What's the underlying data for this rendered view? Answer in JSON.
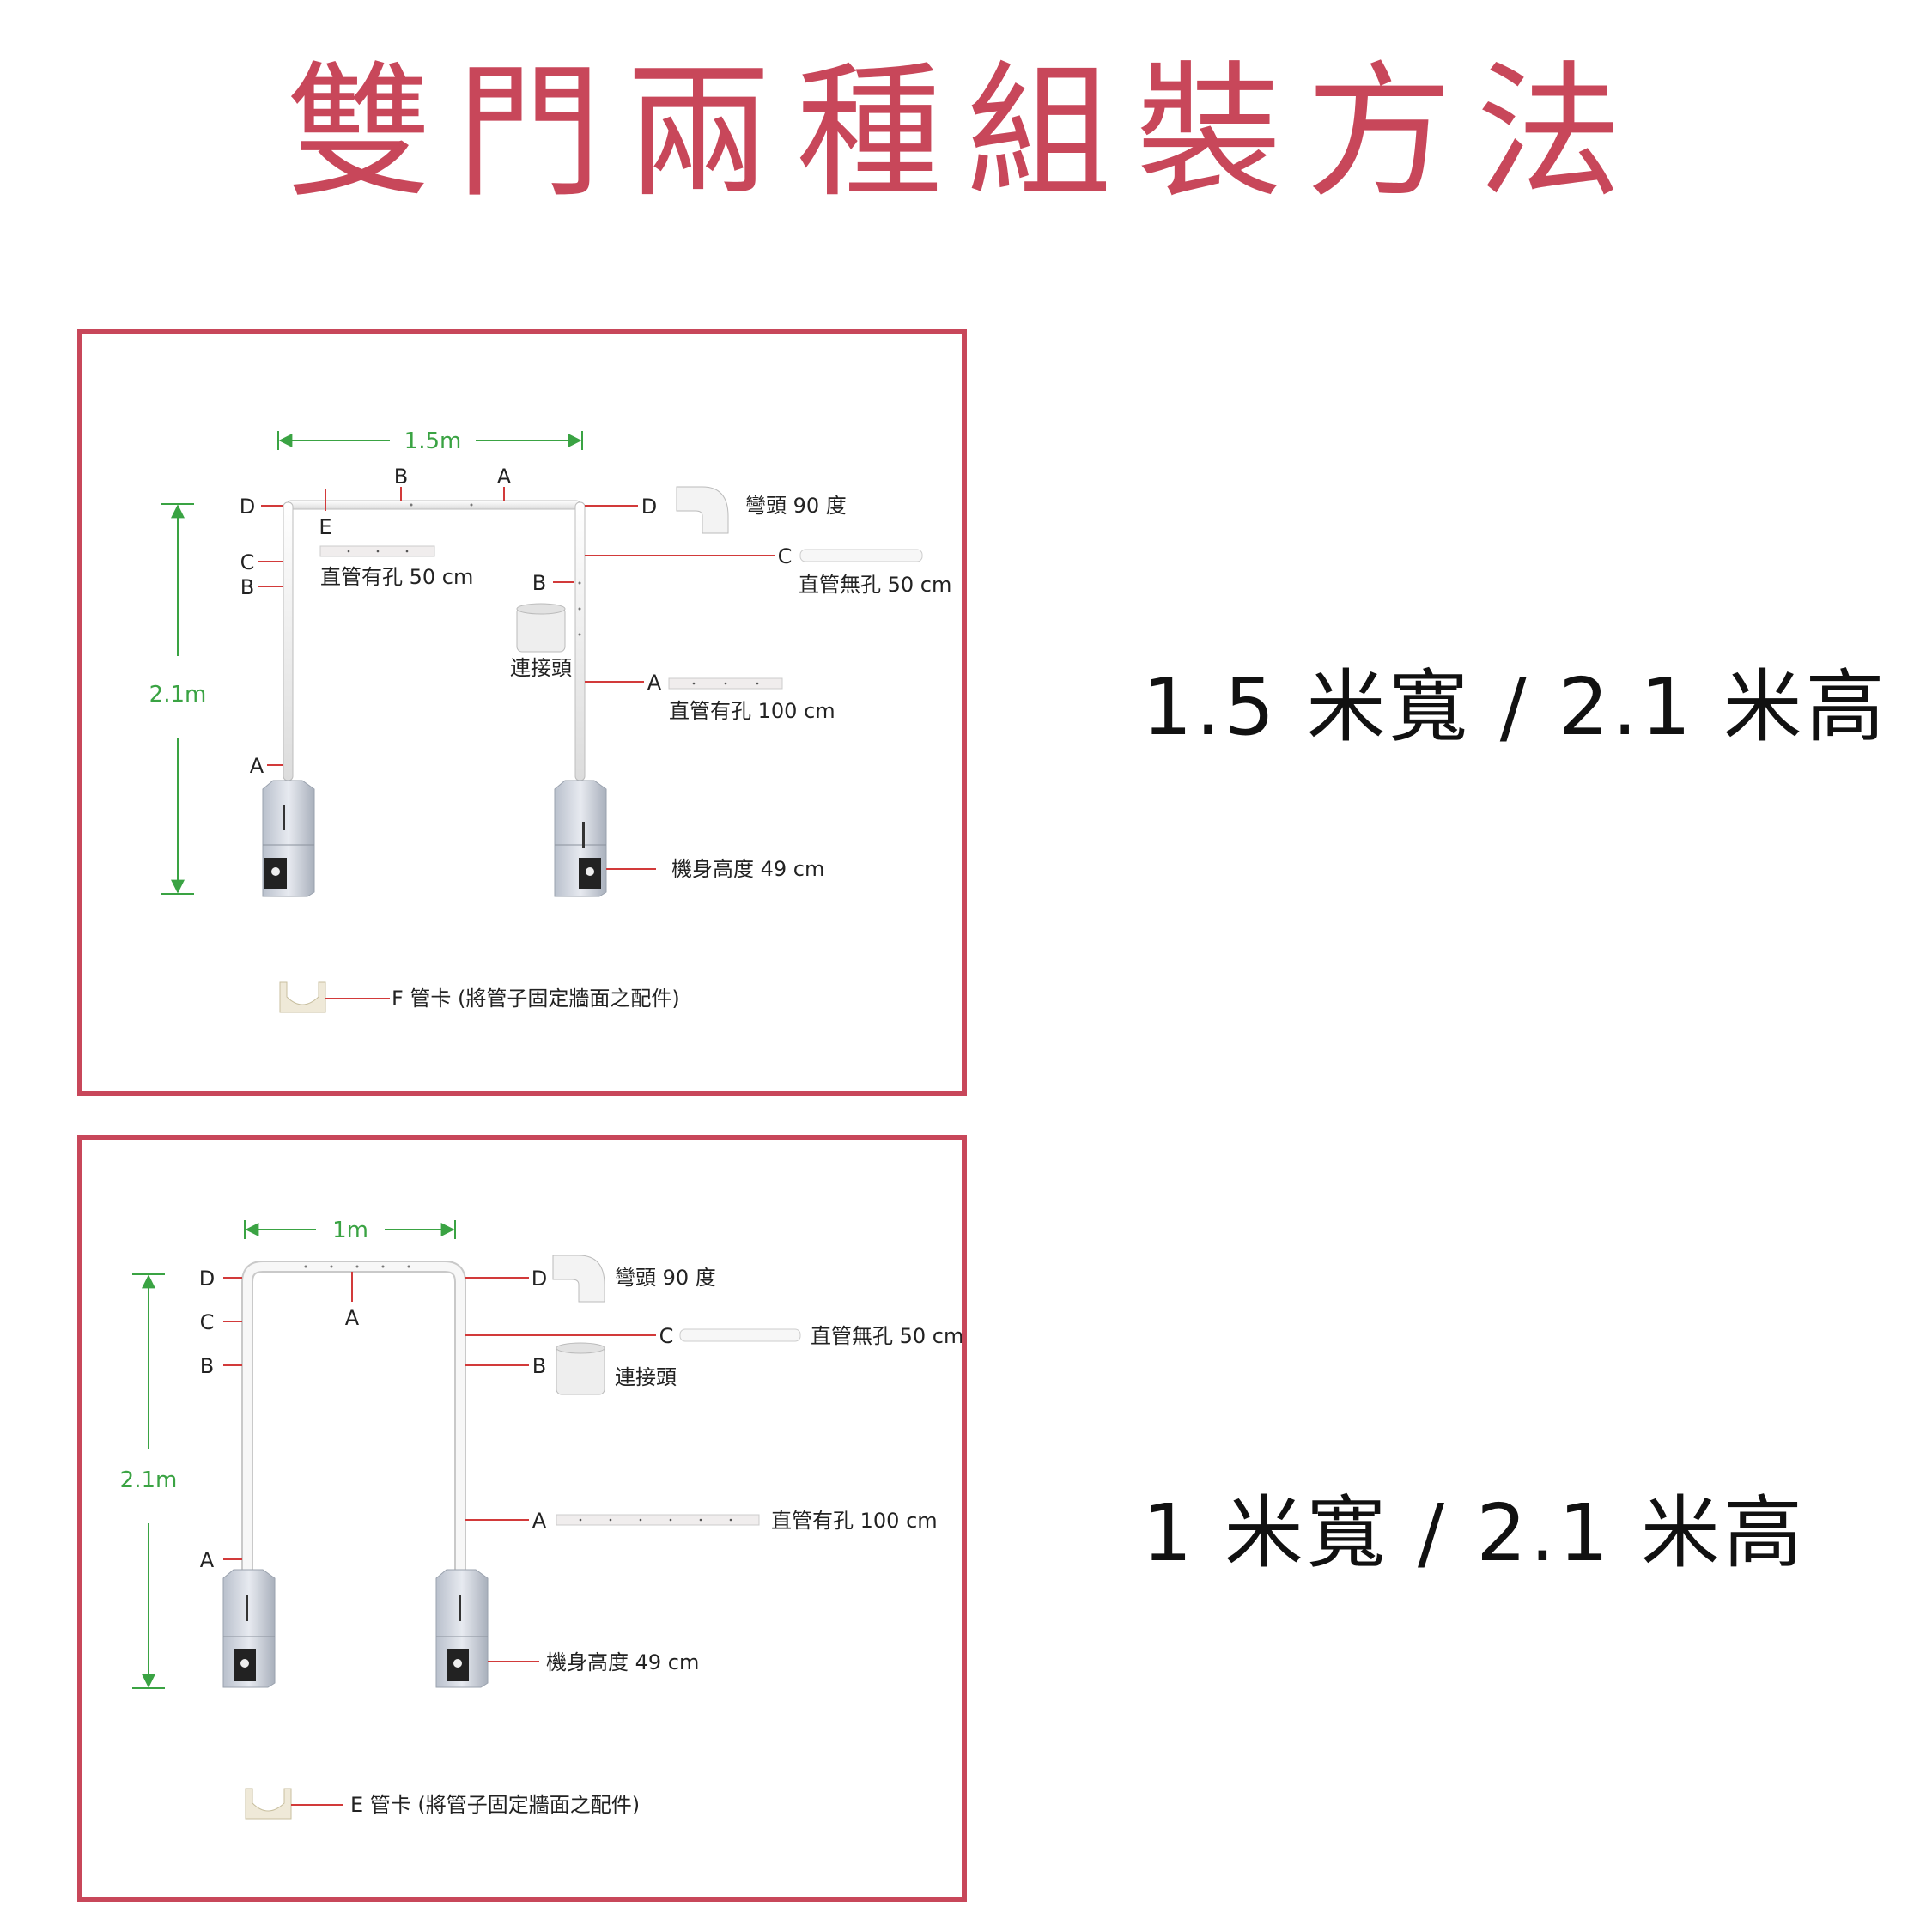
{
  "title": "雙門兩種組裝方法",
  "colors": {
    "accent": "#c8475a",
    "dimension": "#3aa343",
    "leader": "#d23a3a",
    "pipe": "#f4f4f4"
  },
  "panels": [
    {
      "caption": "1.5 米寬 / 2.1 米高",
      "width_label": "1.5m",
      "height_label": "2.1m",
      "frame_letters": {
        "top_left": "D",
        "left_c": "C",
        "left_b": "B",
        "left_a": "A",
        "top_e": "E",
        "top_b": "B",
        "top_a": "A",
        "right_d": "D",
        "right_c": "C",
        "right_b": "B",
        "right_a": "A"
      },
      "parts": {
        "elbow": "彎頭 90 度",
        "pipe_holes_50": "直管有孔 50 cm",
        "pipe_plain_50": "直管無孔 50 cm",
        "connector": "連接頭",
        "pipe_holes_100": "直管有孔 100 cm",
        "body_height": "機身高度 49 cm",
        "clip": "F 管卡 (將管子固定牆面之配件)"
      }
    },
    {
      "caption": "1 米寬 / 2.1 米高",
      "width_label": "1m",
      "height_label": "2.1m",
      "frame_letters": {
        "top_left": "D",
        "left_c": "C",
        "left_b": "B",
        "left_a": "A",
        "top_a": "A",
        "right_d": "D",
        "right_c": "C",
        "right_b": "B",
        "right_a": "A"
      },
      "parts": {
        "elbow": "彎頭 90 度",
        "pipe_plain_50": "直管無孔 50 cm",
        "connector": "連接頭",
        "pipe_holes_100": "直管有孔 100 cm",
        "body_height": "機身高度 49 cm",
        "clip": "E 管卡 (將管子固定牆面之配件)"
      }
    }
  ]
}
